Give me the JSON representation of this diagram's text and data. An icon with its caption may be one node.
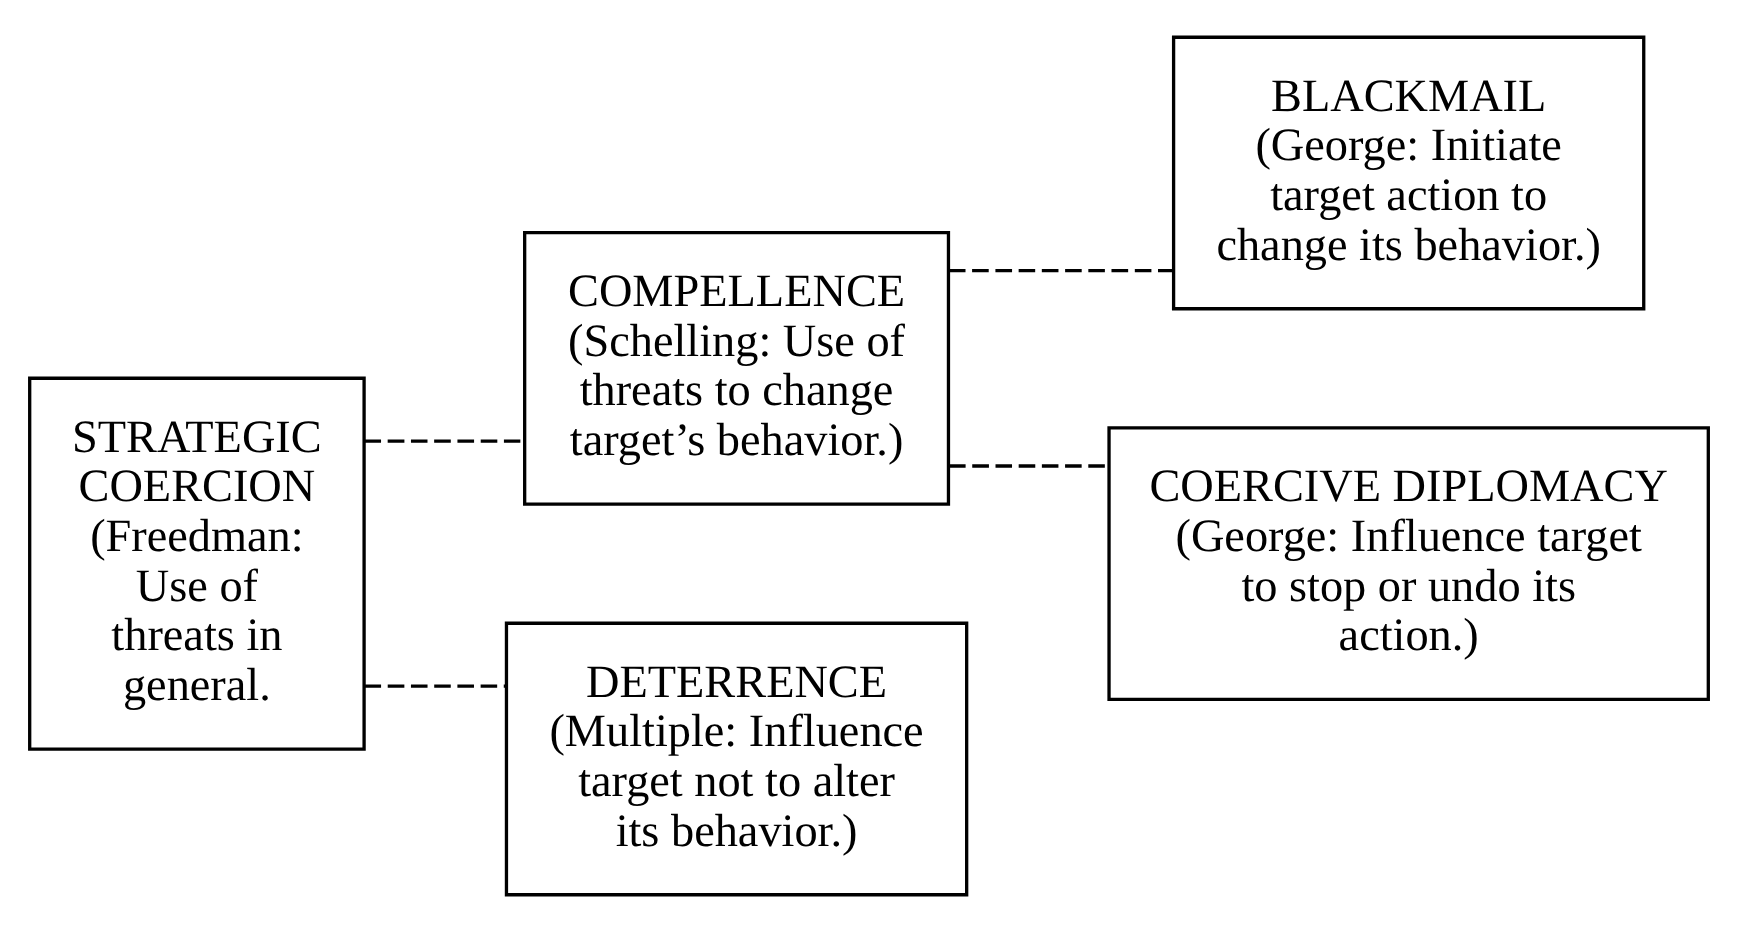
{
  "diagram": {
    "nodes": [
      {
        "text": [
          "STRATEGIC COERCION",
          "(Freedman: Use of threats in general."
        ]
      },
      {
        "text": [
          "COMPELLENCE",
          "(Schelling: Use of threats to change target’s behavior.)"
        ]
      },
      {
        "text": [
          "DETERRENCE",
          "(Multiple: Influence target not to alter its behavior.)"
        ]
      },
      {
        "text": [
          "BLACKMAIL",
          "(George: Initiate target action to change its behavior.)"
        ]
      },
      {
        "text": [
          "COERCIVE DIPLOMACY",
          "(George: Influence target to stop or undo its action.)"
        ]
      }
    ],
    "edges": [
      {
        "from": 0,
        "to": 1,
        "arrow": "none",
        "style": "dashed"
      },
      {
        "from": 0,
        "to": 2,
        "arrow": "none",
        "style": "dashed"
      },
      {
        "from": 1,
        "to": 3,
        "arrow": "none",
        "style": "dashed"
      },
      {
        "from": 1,
        "to": 4,
        "arrow": "none",
        "style": "dashed"
      }
    ]
  }
}
